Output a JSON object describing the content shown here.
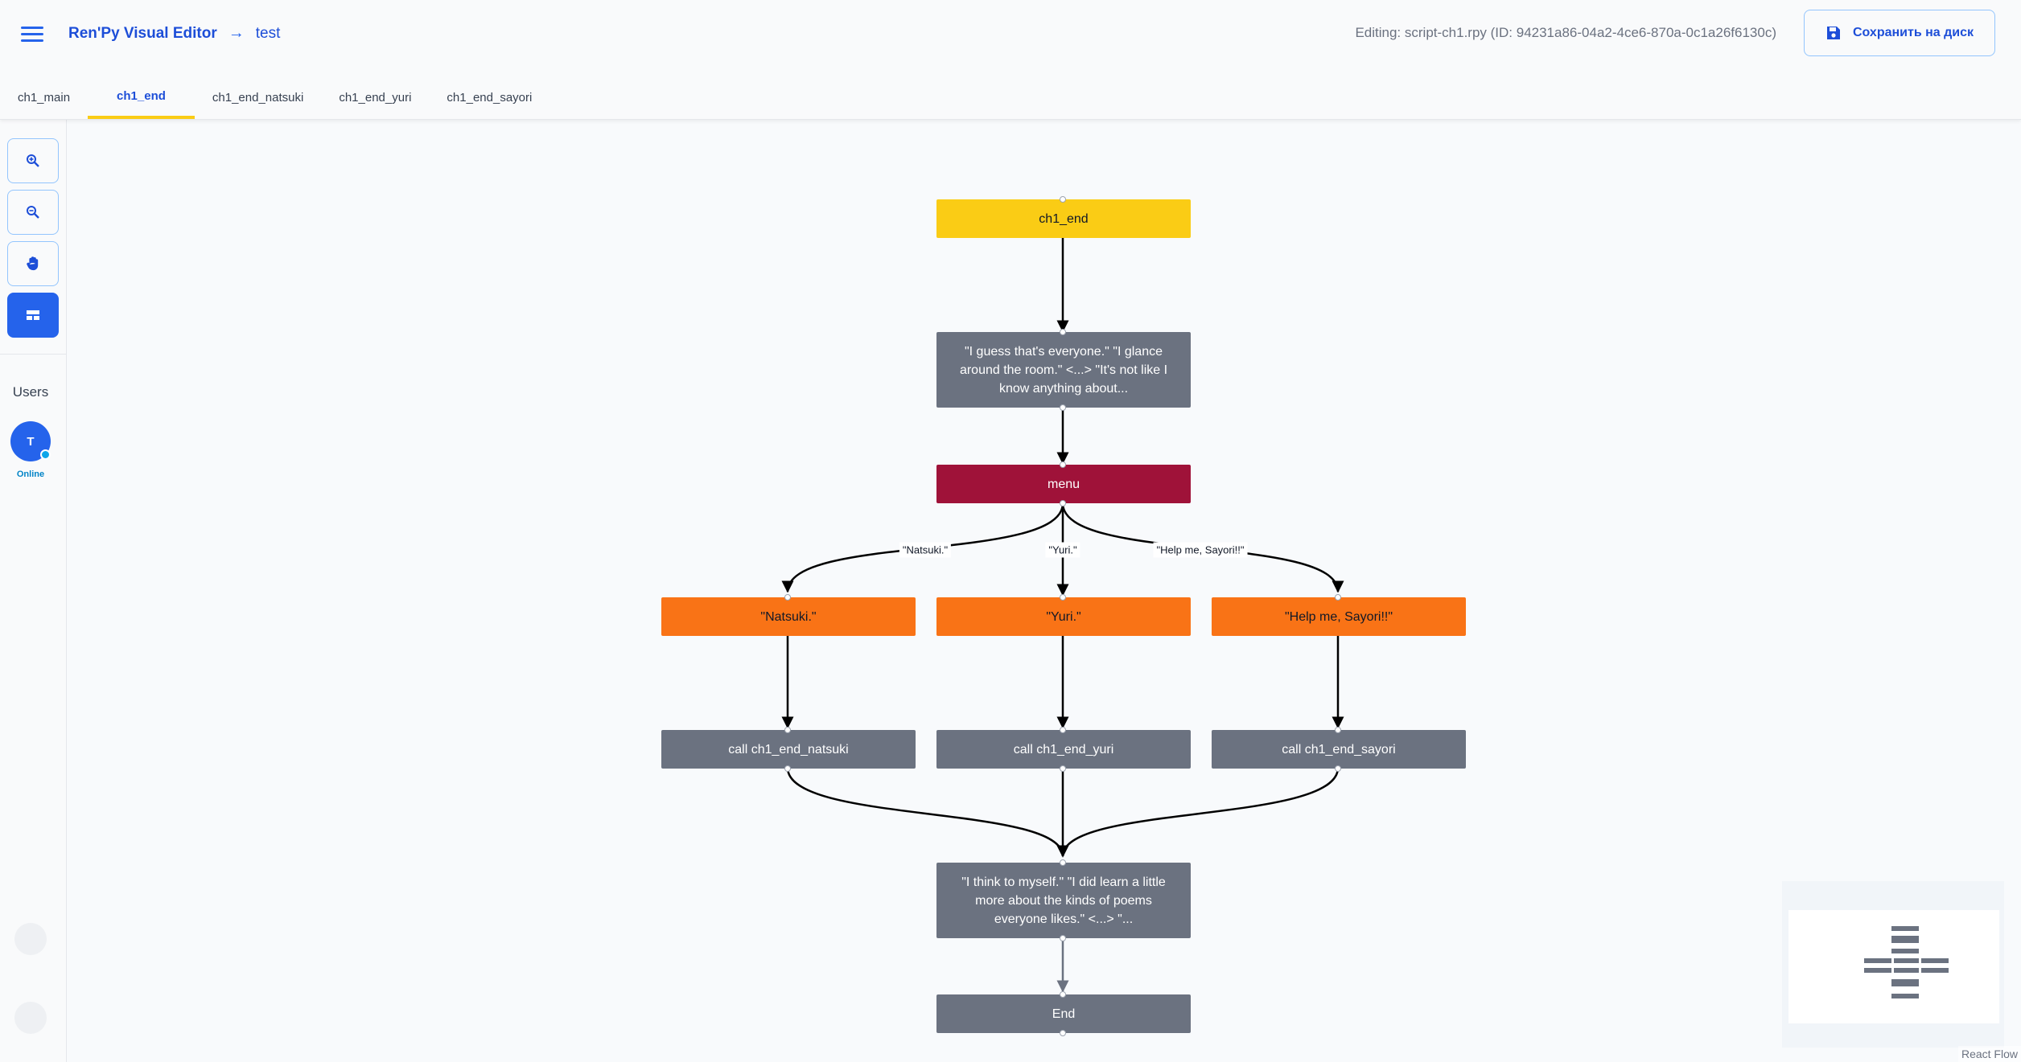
{
  "header": {
    "app_title": "Ren'Py Visual Editor",
    "separator": "→",
    "project": "test",
    "editing": "Editing: script-ch1.rpy (ID: 94231a86-04a2-4ce6-870a-0c1a26f6130c)",
    "save_label": "Сохранить на диск"
  },
  "tabs": [
    "ch1_main",
    "ch1_end",
    "ch1_end_natsuki",
    "ch1_end_yuri",
    "ch1_end_sayori"
  ],
  "active_tab": "ch1_end",
  "toolbar": {
    "tools": [
      {
        "icon": "zoom-in-icon"
      },
      {
        "icon": "zoom-out-icon"
      },
      {
        "icon": "hand-icon"
      },
      {
        "icon": "layout-icon",
        "active": true
      }
    ]
  },
  "users": {
    "label": "Users",
    "avatar_initial": "T",
    "status": "Online"
  },
  "graph": {
    "nodes": {
      "label": "ch1_end",
      "say1": "\"I guess that's everyone.\" \"I glance around the room.\" <...> \"It's not like I know anything about...",
      "menu": "menu",
      "choice_natsuki": "\"Natsuki.\"",
      "choice_yuri": "\"Yuri.\"",
      "choice_sayori": "\"Help me, Sayori!!\"",
      "call_natsuki": "call ch1_end_natsuki",
      "call_yuri": "call ch1_end_yuri",
      "call_sayori": "call ch1_end_sayori",
      "say2": "\"I think to myself.\" \"I did learn a little more about the kinds of poems everyone likes.\" <...> \"...",
      "end": "End"
    },
    "edge_labels": {
      "natsuki": "\"Natsuki.\"",
      "yuri": "\"Yuri.\"",
      "sayori": "\"Help me, Sayori!!\""
    },
    "colors": {
      "label": "#facc15",
      "say": "#6b7280",
      "menu": "#9f1239",
      "choice": "#f97316",
      "call": "#6b7280"
    }
  },
  "attribution": "React Flow"
}
